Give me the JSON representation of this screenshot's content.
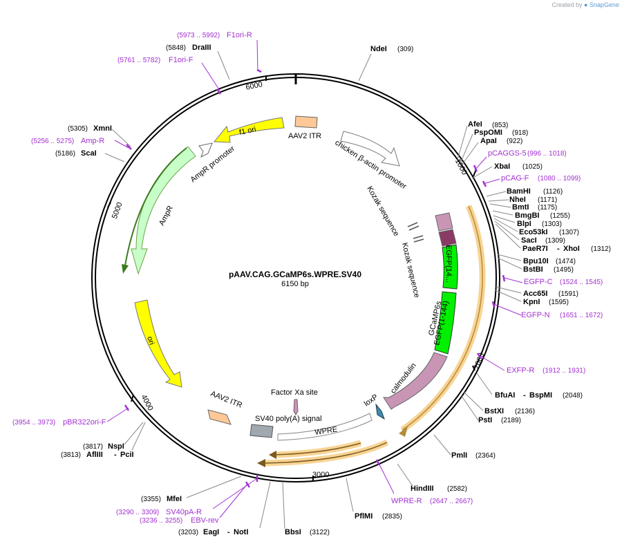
{
  "credit": {
    "prefix": "Created by",
    "brand": "SnapGene"
  },
  "plasmid": {
    "name": "pAAV.CAG.GCaMP6s.WPRE.SV40",
    "size_label": "6150 bp",
    "length": 6150
  },
  "ticks": [
    "1000",
    "2000",
    "3000",
    "4000",
    "5000",
    "6000"
  ],
  "enzymes": [
    {
      "name": "NdeI",
      "pos": "(309)"
    },
    {
      "name": "AfeI",
      "pos": "(853)"
    },
    {
      "name": "PspOMI",
      "pos": "(918)"
    },
    {
      "name": "ApaI",
      "pos": "(922)"
    },
    {
      "name": "XbaI",
      "pos": "(1025)"
    },
    {
      "name": "BamHI",
      "pos": "(1126)"
    },
    {
      "name": "NheI",
      "pos": "(1171)"
    },
    {
      "name": "BmtI",
      "pos": "(1175)"
    },
    {
      "name": "BmgBI",
      "pos": "(1255)"
    },
    {
      "name": "BlpI",
      "pos": "(1303)"
    },
    {
      "name": "Eco53kI",
      "pos": "(1307)"
    },
    {
      "name": "SacI",
      "pos": "(1309)"
    },
    {
      "name": "PaeR7I",
      "name2": "XhoI",
      "pos": "(1312)"
    },
    {
      "name": "Bpu10I",
      "pos": "(1474)"
    },
    {
      "name": "BstBI",
      "pos": "(1495)"
    },
    {
      "name": "Acc65I",
      "pos": "(1591)"
    },
    {
      "name": "KpnI",
      "pos": "(1595)"
    },
    {
      "name": "BfuAI",
      "name2": "BspMI",
      "pos": "(2048)"
    },
    {
      "name": "BstXI",
      "pos": "(2136)"
    },
    {
      "name": "PstI",
      "pos": "(2189)"
    },
    {
      "name": "PmlI",
      "pos": "(2364)"
    },
    {
      "name": "HindIII",
      "pos": "(2582)"
    },
    {
      "name": "PflMI",
      "pos": "(2835)"
    },
    {
      "name": "BbsI",
      "pos": "(3122)"
    },
    {
      "name": "EagI",
      "name2": "NotI",
      "pos": "(3203)"
    },
    {
      "name": "MfeI",
      "pos": "(3355)"
    },
    {
      "name": "AflIII",
      "name2": "PciI",
      "pos": "(3813)"
    },
    {
      "name": "NspI",
      "pos": "(3817)"
    },
    {
      "name": "ScaI",
      "pos": "(5186)"
    },
    {
      "name": "XmnI",
      "pos": "(5305)"
    },
    {
      "name": "DraIII",
      "pos": "(5848)"
    }
  ],
  "primers": [
    {
      "name": "pCAGGS-5",
      "pos": "(996 .. 1018)"
    },
    {
      "name": "pCAG-F",
      "pos": "(1080 .. 1099)"
    },
    {
      "name": "EGFP-C",
      "pos": "(1524 .. 1545)"
    },
    {
      "name": "EGFP-N",
      "pos": "(1651 .. 1672)"
    },
    {
      "name": "EXFP-R",
      "pos": "(1912 .. 1931)"
    },
    {
      "name": "WPRE-R",
      "pos": "(2647 .. 2667)"
    },
    {
      "name": "SV40pA-R",
      "pos": "(3290 .. 3309)"
    },
    {
      "name": "EBV-rev",
      "pos": "(3236 .. 3255)"
    },
    {
      "name": "pBR322ori-F",
      "pos": "(3954 .. 3973)"
    },
    {
      "name": "Amp-R",
      "pos": "(5256 .. 5275)"
    },
    {
      "name": "F1ori-F",
      "pos": "(5761 .. 5782)"
    },
    {
      "name": "F1ori-R",
      "pos": "(5973 .. 5992)"
    }
  ],
  "features": [
    {
      "name": "AAV2 ITR",
      "color": "#ffc896"
    },
    {
      "name": "chicken β-actin promoter",
      "color": "#ffffff"
    },
    {
      "name": "Kozak sequence",
      "color": "#ffffff"
    },
    {
      "name": "Kozak sequence",
      "color": "#ffffff"
    },
    {
      "name": "EGFP(14...",
      "color": "#00f000"
    },
    {
      "name": "GCaMP6s",
      "color": "#000000"
    },
    {
      "name": "EGFP(1-144)",
      "color": "#00f000"
    },
    {
      "name": "calmodulin",
      "color": "#c896b4"
    },
    {
      "name": "loxP",
      "color": "#3a8fb0"
    },
    {
      "name": "WPRE",
      "color": "#ffffff"
    },
    {
      "name": "SV40 poly(A) signal",
      "color": "#a0a8b0"
    },
    {
      "name": "Factor Xa site",
      "color": "#c896b4"
    },
    {
      "name": "AAV2 ITR",
      "color": "#ffc896"
    },
    {
      "name": "ori",
      "color": "#ffff00"
    },
    {
      "name": "AmpR",
      "color": "#c8ffc8"
    },
    {
      "name": "AmpR promoter",
      "color": "#ffffff"
    },
    {
      "name": "f1 ori",
      "color": "#ffff00"
    }
  ]
}
